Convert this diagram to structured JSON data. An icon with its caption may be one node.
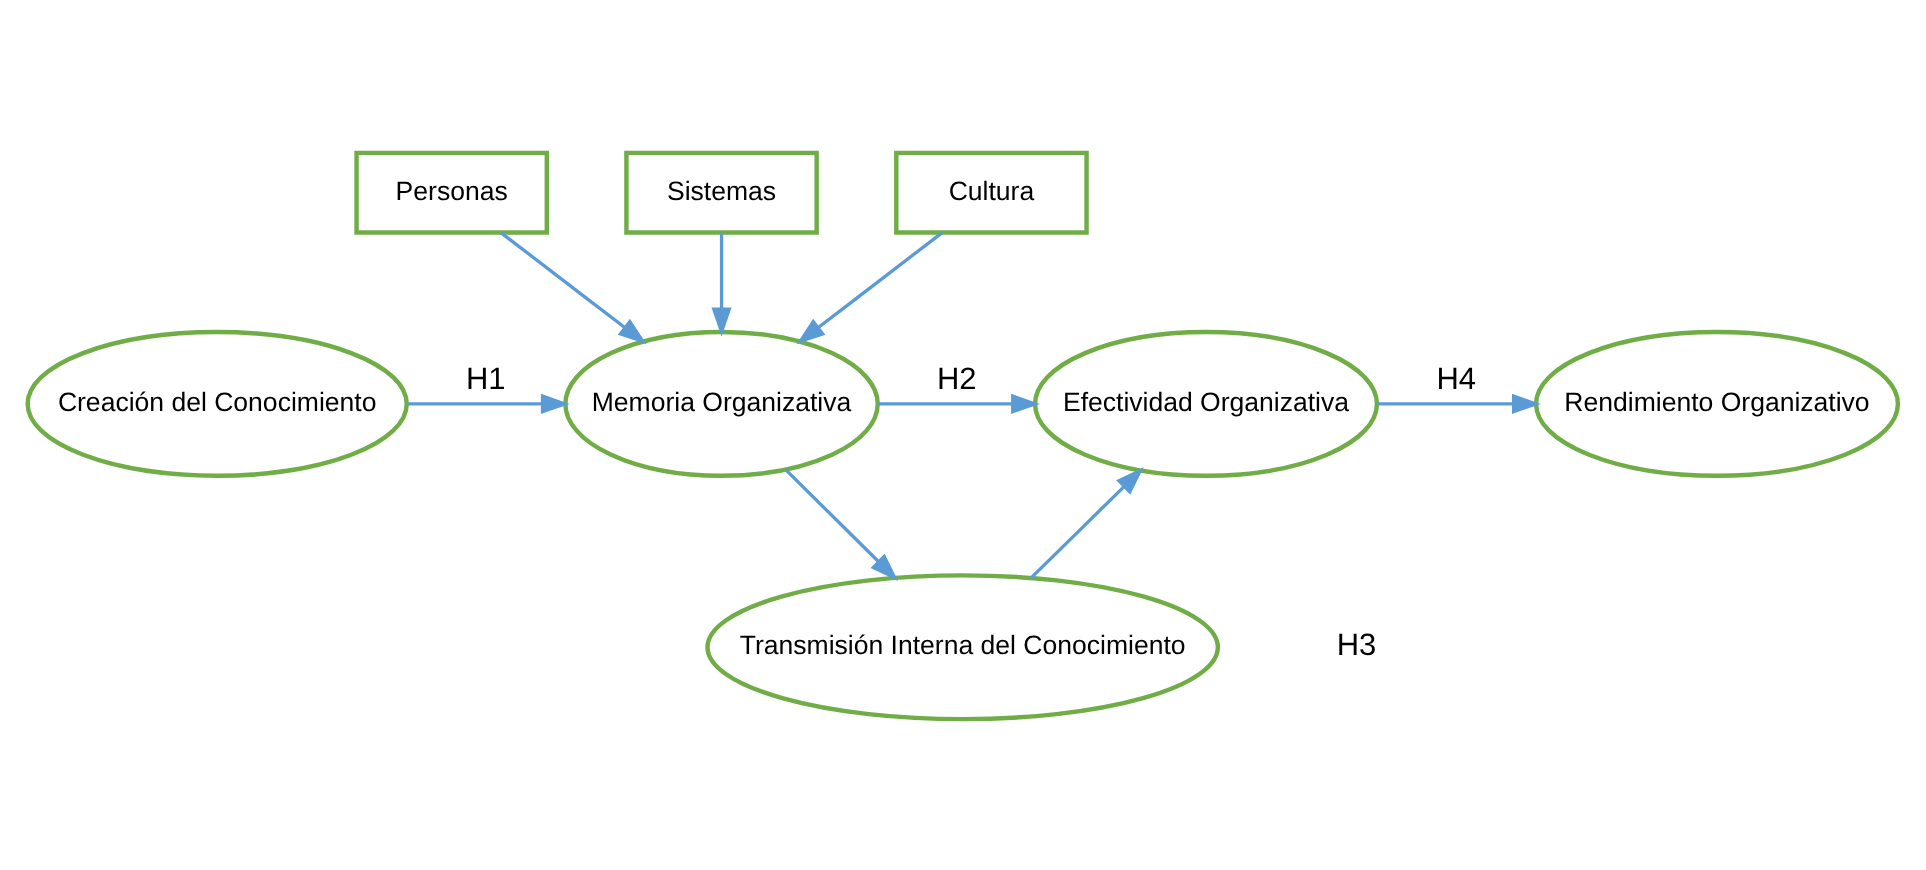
{
  "diagram": {
    "nodes": [
      {
        "text": [
          "Personas"
        ]
      },
      {
        "text": [
          "Sistemas"
        ]
      },
      {
        "text": [
          "Cultura"
        ]
      },
      {
        "text": [
          "Creación del Conocimiento"
        ]
      },
      {
        "text": [
          "Memoria Organizativa"
        ]
      },
      {
        "text": [
          "Efectividad Organizativa"
        ]
      },
      {
        "text": [
          "Rendimiento Organizativo"
        ]
      },
      {
        "text": [
          "Transmisión Interna del Conocimiento"
        ]
      }
    ],
    "edges": [
      {
        "from": 0,
        "to": 4,
        "arrow": "to"
      },
      {
        "from": 1,
        "to": 4,
        "arrow": "to"
      },
      {
        "from": 2,
        "to": 4,
        "arrow": "to"
      },
      {
        "from": 3,
        "to": 4,
        "arrow": "to",
        "label": "H1"
      },
      {
        "from": 4,
        "to": 5,
        "arrow": "to",
        "label": "H2"
      },
      {
        "from": 5,
        "to": 6,
        "arrow": "to",
        "label": "H4"
      },
      {
        "from": 4,
        "to": 7,
        "arrow": "to"
      },
      {
        "from": 7,
        "to": 5,
        "arrow": "to"
      }
    ],
    "labels": [
      "H3"
    ]
  }
}
